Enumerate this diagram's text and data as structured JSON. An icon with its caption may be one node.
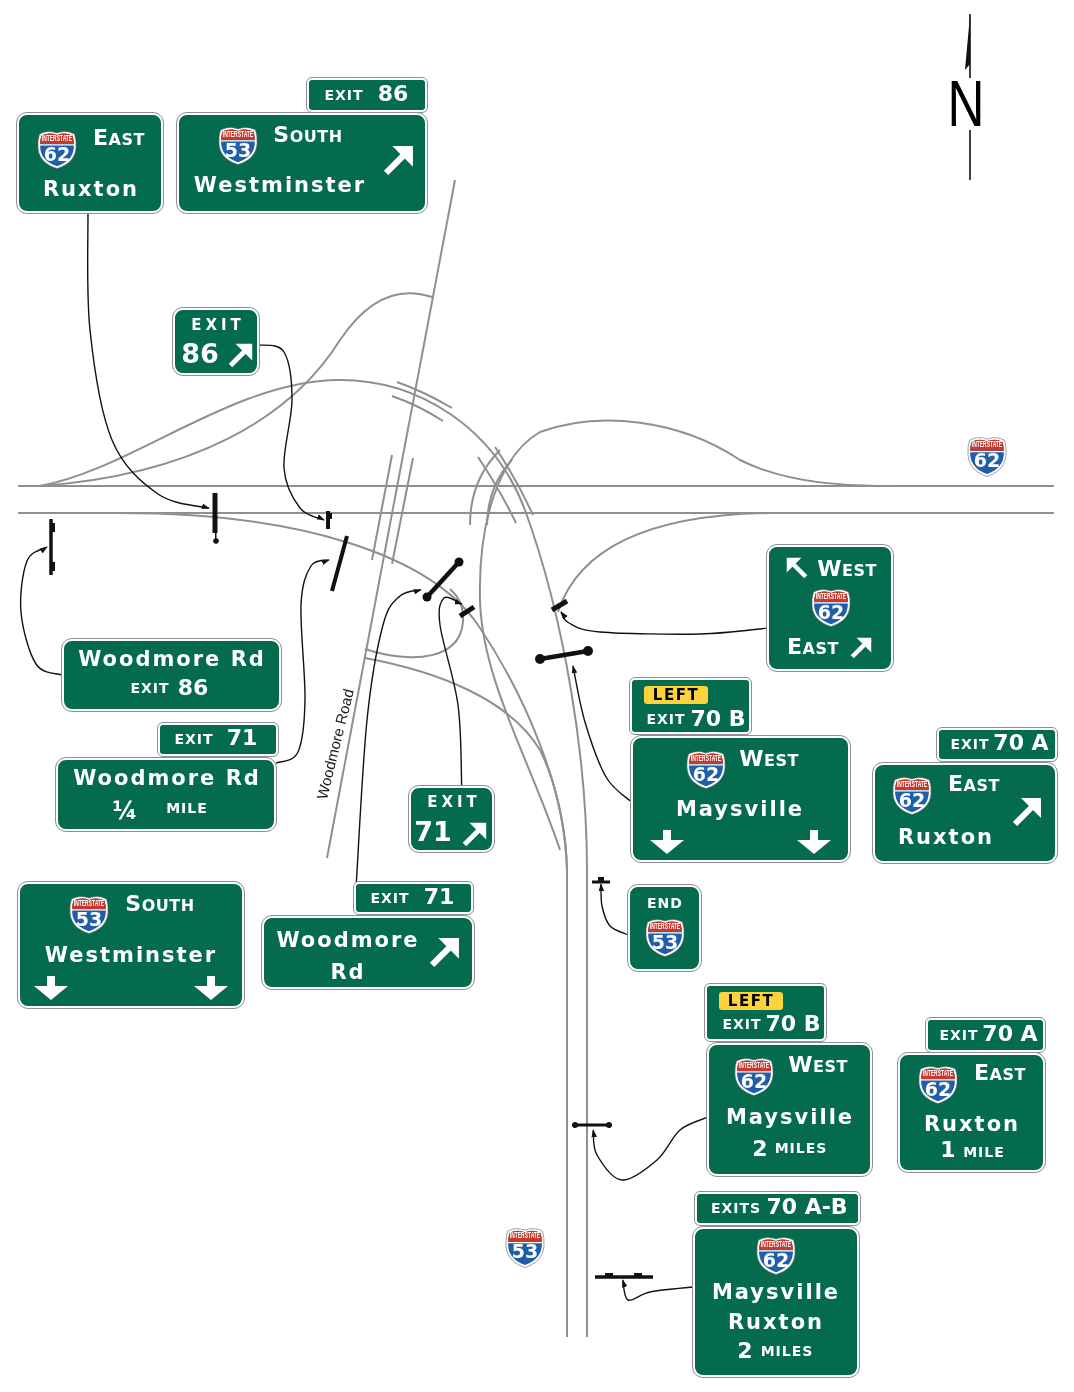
{
  "diagram": {
    "nodes": [
      {
        "text": [
          "EXIT",
          "86"
        ]
      },
      {
        "text": [
          "EAST",
          "Ruxton"
        ]
      },
      {
        "text": [
          "INTERSTATE",
          "62"
        ],
        "in": 1
      },
      {
        "text": [
          "SOUTH",
          "Westminster"
        ]
      },
      {
        "text": [
          "INTERSTATE",
          "53"
        ],
        "in": 3
      },
      {
        "text": [
          "EXIT",
          "86"
        ]
      },
      {
        "text": [
          "INTERSTATE",
          "62"
        ]
      },
      {
        "text": [],
        "shape": "bar"
      },
      {
        "text": [],
        "shape": "bar"
      },
      {
        "text": [],
        "shape": "bar"
      },
      {
        "text": [],
        "shape": "bar"
      },
      {
        "text": [
          "WEST",
          "EAST"
        ]
      },
      {
        "text": [
          "INTERSTATE",
          "62"
        ],
        "in": 11
      },
      {
        "text": [],
        "shape": "bar"
      },
      {
        "text": [],
        "shape": "bar"
      },
      {
        "text": [],
        "shape": "bar"
      },
      {
        "text": [
          "Woodmore Rd",
          "EXIT",
          "86"
        ]
      },
      {
        "text": [],
        "shape": "bar"
      },
      {
        "text": [
          "LEFT",
          "EXIT",
          "70 B"
        ]
      },
      {
        "text": [
          "EXIT",
          "71"
        ]
      },
      {
        "text": [
          "EXIT",
          "70 A"
        ]
      },
      {
        "text": [
          "WEST",
          "Maysville"
        ]
      },
      {
        "text": [
          "INTERSTATE",
          "62"
        ],
        "in": 21
      },
      {
        "text": [
          "Woodmore Rd",
          "¼",
          "MILE"
        ]
      },
      {
        "text": [
          "EAST",
          "Ruxton"
        ]
      },
      {
        "text": [
          "INTERSTATE",
          "62"
        ],
        "in": 24
      },
      {
        "text": [
          "EXIT",
          "71"
        ]
      },
      {
        "text": [],
        "shape": "bar"
      },
      {
        "text": [
          "SOUTH",
          "Westminster"
        ]
      },
      {
        "text": [
          "INTERSTATE",
          "53"
        ],
        "in": 28
      },
      {
        "text": [
          "EXIT",
          "71"
        ]
      },
      {
        "text": [
          "END"
        ]
      },
      {
        "text": [
          "INTERSTATE",
          "53"
        ],
        "in": 31
      },
      {
        "text": [
          "Woodmore Rd"
        ]
      },
      {
        "text": [
          "LEFT",
          "EXIT",
          "70 B"
        ]
      },
      {
        "text": [
          "EXIT",
          "70 A"
        ]
      },
      {
        "text": [
          "WEST",
          "Maysville",
          "2",
          "MILES"
        ]
      },
      {
        "text": [
          "INTERSTATE",
          "62"
        ],
        "in": 36
      },
      {
        "text": [
          "EAST",
          "Ruxton",
          "1",
          "MILE"
        ]
      },
      {
        "text": [
          "INTERSTATE",
          "62"
        ],
        "in": 38
      },
      {
        "text": [],
        "shape": "bar"
      },
      {
        "text": [
          "EXITS",
          "70 A-B"
        ]
      },
      {
        "text": [
          "INTERSTATE",
          "53"
        ]
      },
      {
        "text": [
          "Maysville",
          "Ruxton",
          "2",
          "MILES"
        ]
      },
      {
        "text": [
          "INTERSTATE",
          "62"
        ],
        "in": 43
      },
      {
        "text": [],
        "shape": "bar"
      }
    ],
    "edges": [
      {
        "from": 1,
        "to": 7,
        "arrow": "to"
      },
      {
        "from": 5,
        "to": 8,
        "arrow": "to"
      },
      {
        "from": 16,
        "to": 9,
        "arrow": "to"
      },
      {
        "from": 23,
        "to": 10,
        "arrow": "to"
      },
      {
        "from": 30,
        "to": 13,
        "arrow": "to"
      },
      {
        "from": 26,
        "to": 15,
        "arrow": "to"
      },
      {
        "from": 11,
        "to": 14,
        "arrow": "to"
      },
      {
        "from": 21,
        "to": 17,
        "arrow": "to"
      },
      {
        "from": 31,
        "to": 27,
        "arrow": "to"
      },
      {
        "from": 36,
        "to": 40,
        "arrow": "to"
      },
      {
        "from": 43,
        "to": 45,
        "arrow": "to"
      }
    ],
    "labels": [
      "N",
      "Woodmore Road"
    ]
  }
}
